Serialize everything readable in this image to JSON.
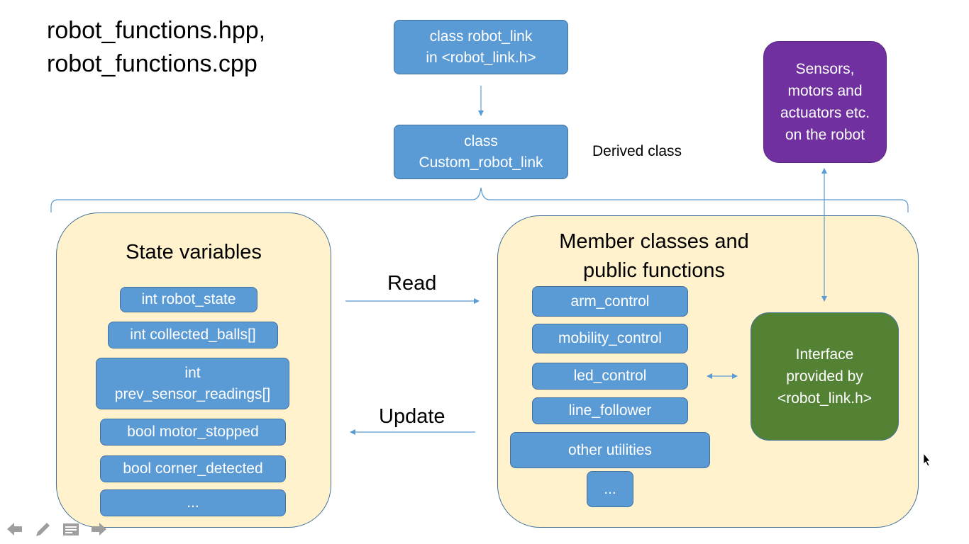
{
  "title": {
    "line1": "robot_functions.hpp,",
    "line2": "robot_functions.cpp"
  },
  "base_class": {
    "label": "class robot_link\nin <robot_link.h>"
  },
  "derived_class": {
    "label": "class\nCustom_robot_link",
    "annotation": "Derived class"
  },
  "hardware": {
    "label": "Sensors,\nmotors and\nactuators etc.\non the robot"
  },
  "state_panel": {
    "heading": "State variables",
    "items": [
      "int robot_state",
      "int collected_balls[]",
      "int\nprev_sensor_readings[]",
      "bool motor_stopped",
      "bool corner_detected",
      "..."
    ]
  },
  "member_panel": {
    "heading": "Member classes and\npublic functions",
    "items": [
      "arm_control",
      "mobility_control",
      "led_control",
      "line_follower",
      "other utilities",
      "..."
    ]
  },
  "interface": {
    "label": "Interface\nprovided by\n<robot_link.h>"
  },
  "arrows": {
    "read": "Read",
    "update": "Update"
  },
  "colors": {
    "box_blue": "#5b9bd5",
    "box_border": "#41719c",
    "panel_fill": "#fff2cc",
    "purple": "#7030a0",
    "green": "#548235",
    "nav_gray": "#9e9e9e"
  },
  "nav_icons": [
    "arrow-left-icon",
    "pen-icon",
    "slides-menu-icon",
    "arrow-right-icon"
  ]
}
